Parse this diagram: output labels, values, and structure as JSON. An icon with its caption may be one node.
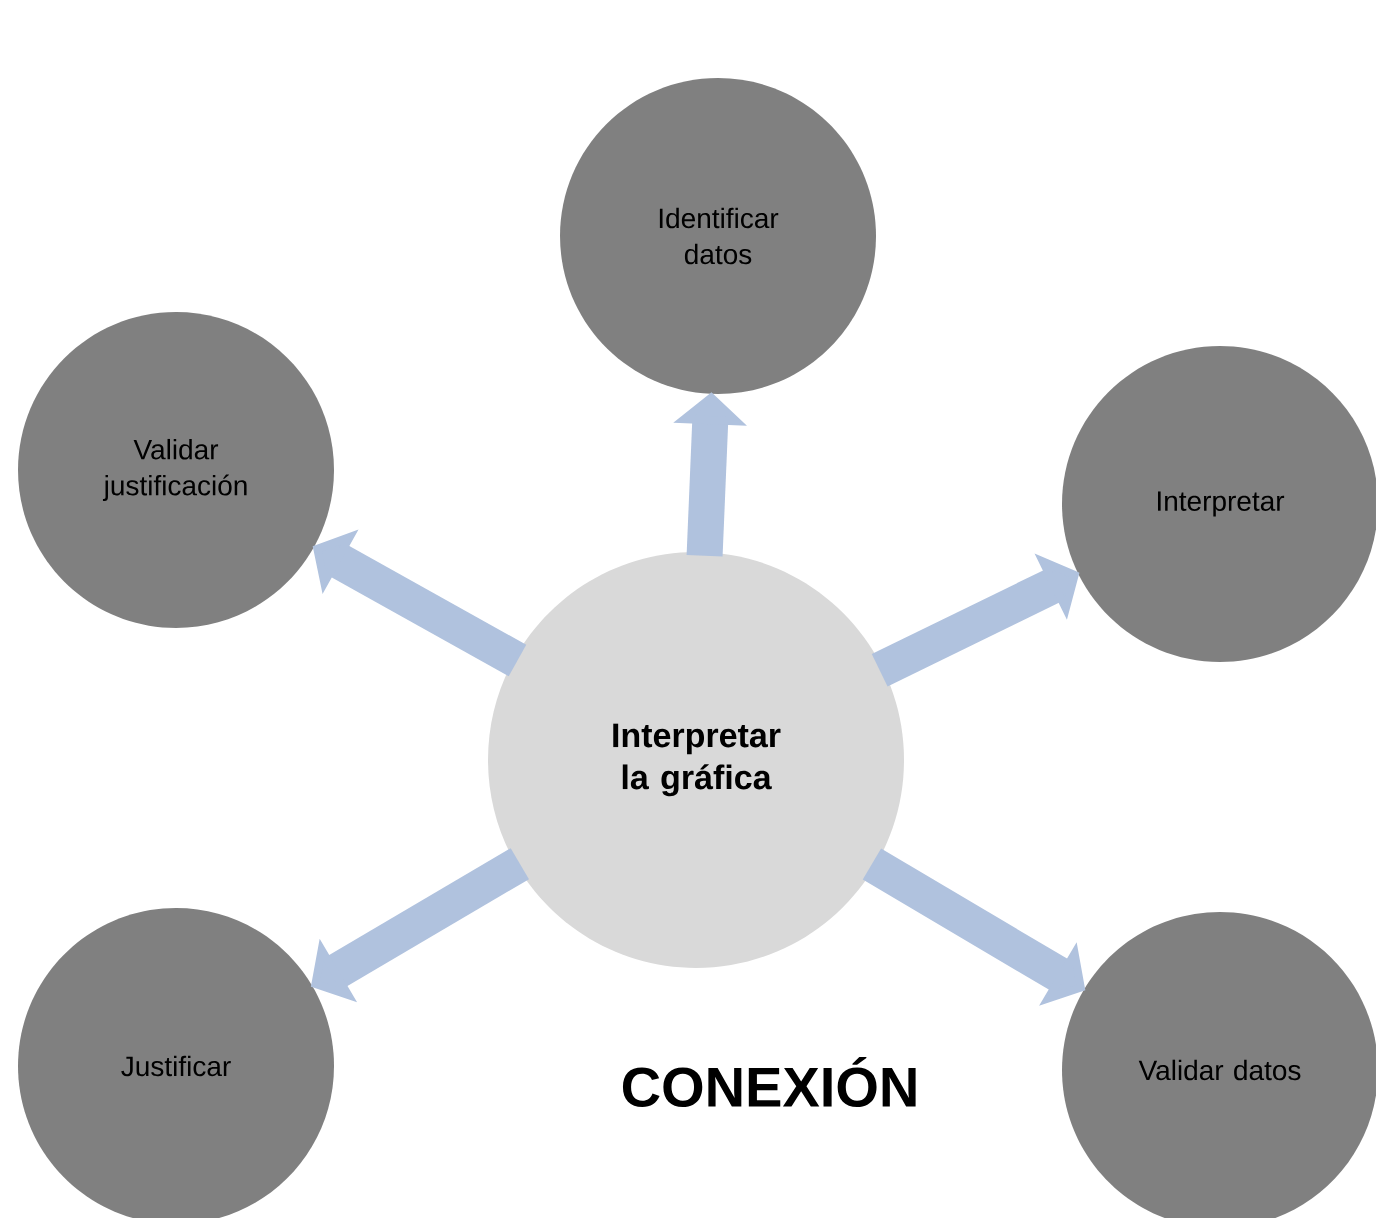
{
  "diagram": {
    "nodes": [
      {
        "text": [
          "Identificar datos"
        ]
      },
      {
        "text": [
          "Validar justificación"
        ]
      },
      {
        "text": [
          "Interpretar"
        ]
      },
      {
        "text": [
          "Interpretar la gráfica"
        ]
      },
      {
        "text": [
          "Justificar"
        ]
      },
      {
        "text": [
          "Validar datos"
        ]
      }
    ],
    "edges": [
      {
        "from": 3,
        "to": 0,
        "arrow": "to"
      },
      {
        "from": 3,
        "to": 2,
        "arrow": "to"
      },
      {
        "from": 3,
        "to": 5,
        "arrow": "to"
      },
      {
        "from": 3,
        "to": 4,
        "arrow": "to"
      },
      {
        "from": 3,
        "to": 1,
        "arrow": "to"
      }
    ],
    "labels": [
      "CONEXIÓN"
    ]
  }
}
